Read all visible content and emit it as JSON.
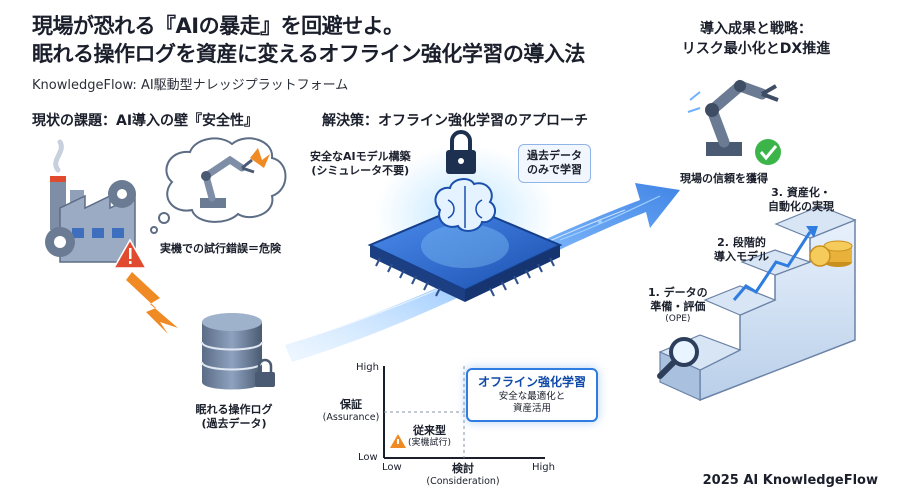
{
  "header": {
    "title_line1": "現場が恐れる『AIの暴走』を回避せよ。",
    "title_line2": "眠れる操作ログを資産に変えるオフライン強化学習の導入法",
    "subtitle": "KnowledgeFlow: AI駆動型ナレッジプラットフォーム"
  },
  "left": {
    "heading": "現状の課題：AI導入の壁『安全性』",
    "trial_label": "実機での試行錯誤＝危険",
    "logs_label_line1": "眠れる操作ログ",
    "logs_label_line2": "(過去データ)"
  },
  "center": {
    "heading": "解決策：オフライン強化学習のアプローチ",
    "safe_build_line1": "安全なAIモデル構築",
    "safe_build_line2": "(シミュレータ不要)",
    "past_data_line1": "過去データ",
    "past_data_line2": "のみで学習"
  },
  "quadrant": {
    "y_title": "保証",
    "y_title_en": "(Assurance)",
    "y_high": "High",
    "y_low": "Low",
    "x_low": "Low",
    "x_title": "検討",
    "x_title_en": "(Consideration)",
    "x_high": "High",
    "conventional_line1": "従来型",
    "conventional_line2": "(実機試行)",
    "offline_title": "オフライン強化学習",
    "offline_line1": "安全な最適化と",
    "offline_line2": "資産活用"
  },
  "right": {
    "heading_line1": "導入成果と戦略：",
    "heading_line2": "リスク最小化とDX推進",
    "trust_label": "現場の信頼を獲得",
    "step3_line1": "3. 資産化・",
    "step3_line2": "自動化の実現",
    "step2_line1": "2. 段階的",
    "step2_line2": "導入モデル",
    "step1_line1": "1. データの",
    "step1_line2": "準備・評価",
    "step1_line3": "(OPE)"
  },
  "footer": {
    "text": "2025 AI KnowledgeFlow"
  },
  "colors": {
    "accent_blue": "#2f7de1",
    "warning_orange": "#f08a24",
    "danger_red": "#e04a2f",
    "success_green": "#3bb54a",
    "gold": "#e8b23a"
  },
  "icons": [
    "factory-icon",
    "gear-icon",
    "warning-icon",
    "robot-arm-icon",
    "lightning-icon",
    "database-icon",
    "lock-icon",
    "brain-chip-icon",
    "check-icon",
    "magnifier-icon",
    "coin-stack-icon",
    "growth-arrow-icon"
  ]
}
